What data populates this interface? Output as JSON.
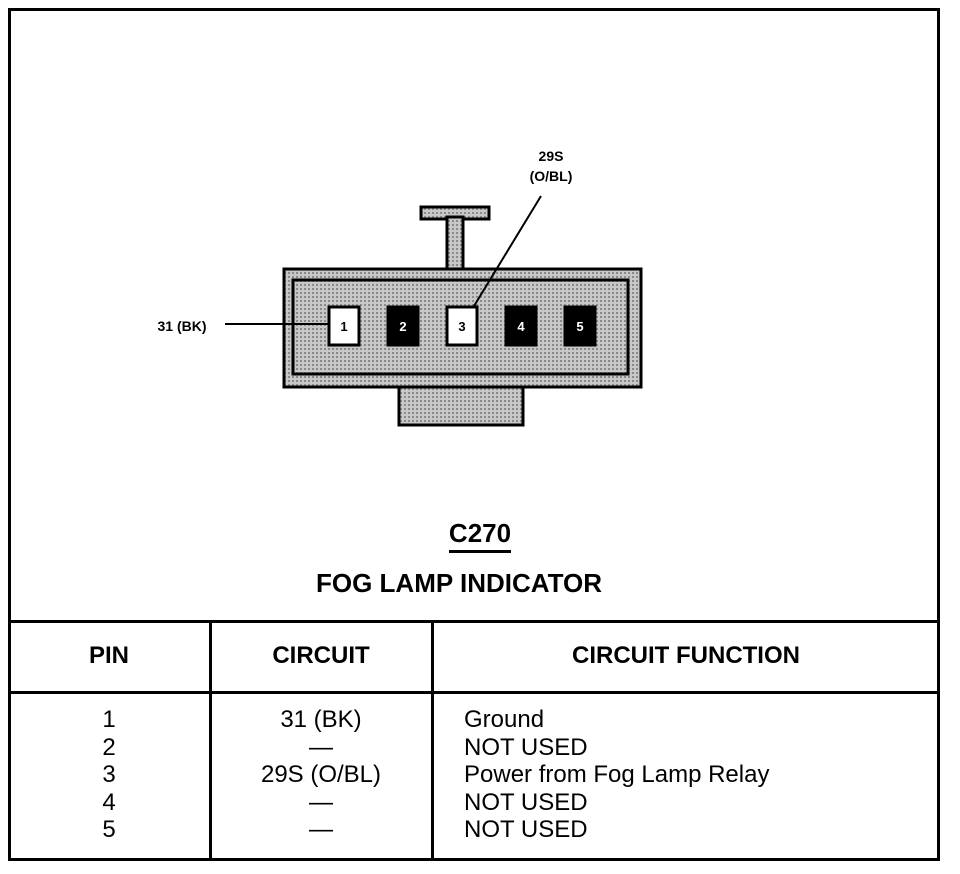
{
  "connector": {
    "id": "C270",
    "name": "FOG LAMP INDICATOR",
    "pins": [
      {
        "number": "1",
        "state": "used"
      },
      {
        "number": "2",
        "state": "not-used"
      },
      {
        "number": "3",
        "state": "used"
      },
      {
        "number": "4",
        "state": "not-used"
      },
      {
        "number": "5",
        "state": "not-used"
      }
    ],
    "wire_labels": {
      "pin1": "31 (BK)",
      "pin3_line1": "29S",
      "pin3_line2": "(O/BL)"
    }
  },
  "table": {
    "headers": {
      "pin": "PIN",
      "circuit": "CIRCUIT",
      "function": "CIRCUIT FUNCTION"
    },
    "rows": [
      {
        "pin": "1",
        "circuit": "31 (BK)",
        "function": "Ground"
      },
      {
        "pin": "2",
        "circuit": "—",
        "function": "NOT USED"
      },
      {
        "pin": "3",
        "circuit": "29S (O/BL)",
        "function": "Power from Fog Lamp Relay"
      },
      {
        "pin": "4",
        "circuit": "—",
        "function": "NOT USED"
      },
      {
        "pin": "5",
        "circuit": "—",
        "function": "NOT USED"
      }
    ]
  },
  "colors": {
    "ink": "#000000",
    "paper": "#ffffff",
    "connector_fill": "#b8b8b8"
  }
}
